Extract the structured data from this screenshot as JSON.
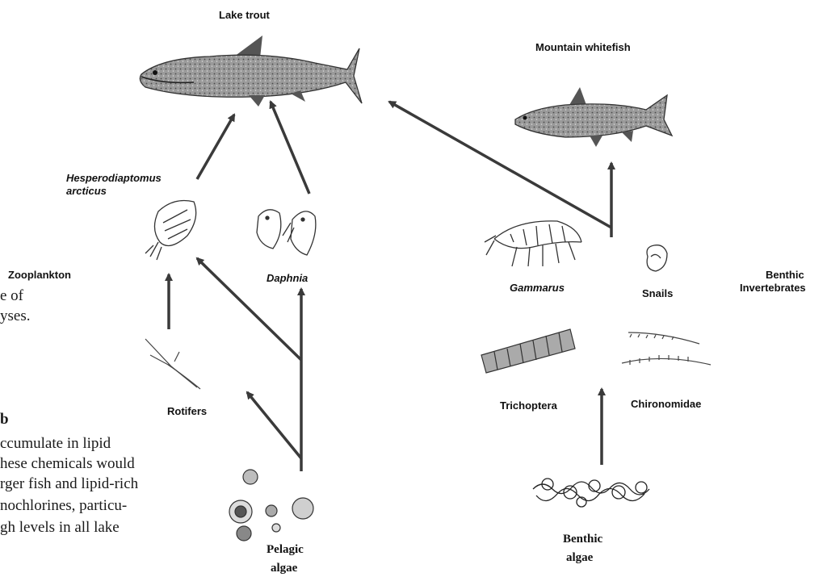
{
  "labels": {
    "lake_trout": "Lake trout",
    "mountain_whitefish": "Mountain whitefish",
    "hesperodiaptomus_1": "Hesperodiaptomus",
    "hesperodiaptomus_2": "arcticus",
    "zooplankton": "Zooplankton",
    "daphnia": "Daphnia",
    "rotifers": "Rotifers",
    "gammarus": "Gammarus",
    "snails": "Snails",
    "benthic_inv_1": "Benthic",
    "benthic_inv_2": "Invertebrates",
    "trichoptera": "Trichoptera",
    "chironomidae": "Chironomidae",
    "pelagic_1": "Pelagic",
    "pelagic_2": "algae",
    "benthic_algae_1": "Benthic",
    "benthic_algae_2": "algae"
  },
  "background_text": {
    "line1": "e of",
    "line2": "yses.",
    "line3": "b",
    "line4": "ccumulate in lipid",
    "line5": "hese chemicals would",
    "line6": "rger fish and lipid-rich",
    "line7": "nochlorines, particu-",
    "line8": "gh levels in all lake"
  },
  "colors": {
    "ink": "#333333",
    "arrow": "#3a3a3a",
    "fish_fill": "#8c8c8c",
    "fin": "#555555"
  }
}
